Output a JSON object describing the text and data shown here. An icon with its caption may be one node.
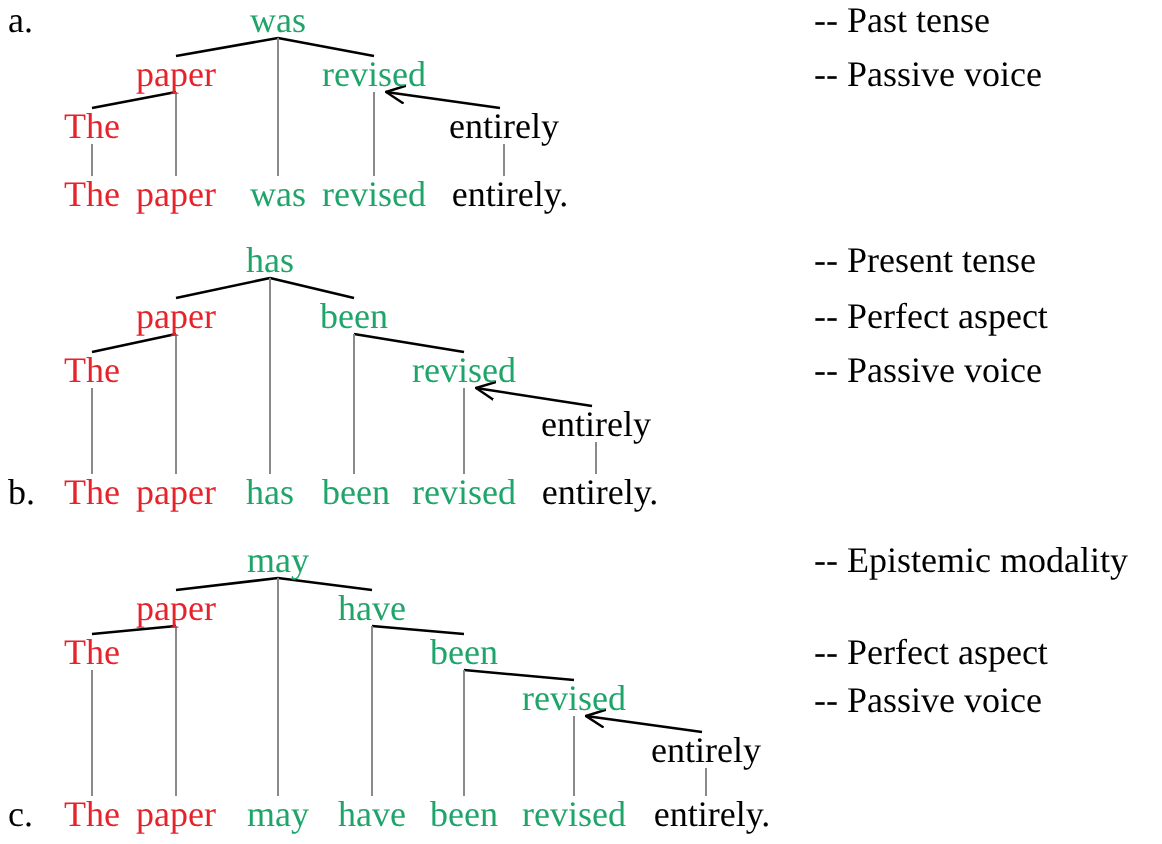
{
  "diagram": {
    "nodes": [
      {
        "text": [
          "was"
        ]
      },
      {
        "text": [
          "paper"
        ]
      },
      {
        "text": [
          "revised"
        ]
      },
      {
        "text": [
          "The"
        ]
      },
      {
        "text": [
          "entirely"
        ]
      },
      {
        "text": [
          "The"
        ]
      },
      {
        "text": [
          "paper"
        ]
      },
      {
        "text": [
          "was"
        ]
      },
      {
        "text": [
          "revised"
        ]
      },
      {
        "text": [
          "entirely."
        ]
      },
      {
        "text": [
          "has"
        ]
      },
      {
        "text": [
          "paper"
        ]
      },
      {
        "text": [
          "been"
        ]
      },
      {
        "text": [
          "The"
        ]
      },
      {
        "text": [
          "revised"
        ]
      },
      {
        "text": [
          "entirely"
        ]
      },
      {
        "text": [
          "The"
        ]
      },
      {
        "text": [
          "paper"
        ]
      },
      {
        "text": [
          "has"
        ]
      },
      {
        "text": [
          "been"
        ]
      },
      {
        "text": [
          "revised"
        ]
      },
      {
        "text": [
          "entirely."
        ]
      },
      {
        "text": [
          "may"
        ]
      },
      {
        "text": [
          "paper"
        ]
      },
      {
        "text": [
          "have"
        ]
      },
      {
        "text": [
          "The"
        ]
      },
      {
        "text": [
          "been"
        ]
      },
      {
        "text": [
          "revised"
        ]
      },
      {
        "text": [
          "entirely"
        ]
      },
      {
        "text": [
          "The"
        ]
      },
      {
        "text": [
          "paper"
        ]
      },
      {
        "text": [
          "may"
        ]
      },
      {
        "text": [
          "have"
        ]
      },
      {
        "text": [
          "been"
        ]
      },
      {
        "text": [
          "revised"
        ]
      },
      {
        "text": [
          "entirely."
        ]
      }
    ],
    "edges": [
      {
        "from": 0,
        "to": 1,
        "arrow": "none",
        "color": "#000000"
      },
      {
        "from": 0,
        "to": 2,
        "arrow": "none",
        "color": "#000000"
      },
      {
        "from": 1,
        "to": 3,
        "arrow": "none",
        "color": "#000000"
      },
      {
        "from": 4,
        "to": 2,
        "arrow": "to",
        "color": "#000000"
      },
      {
        "from": 3,
        "to": 5,
        "arrow": "none"
      },
      {
        "from": 1,
        "to": 6,
        "arrow": "none"
      },
      {
        "from": 0,
        "to": 7,
        "arrow": "none"
      },
      {
        "from": 2,
        "to": 8,
        "arrow": "none"
      },
      {
        "from": 4,
        "to": 9,
        "arrow": "none"
      },
      {
        "from": 10,
        "to": 11,
        "arrow": "none",
        "color": "#000000"
      },
      {
        "from": 10,
        "to": 12,
        "arrow": "none",
        "color": "#000000"
      },
      {
        "from": 11,
        "to": 13,
        "arrow": "none",
        "color": "#000000"
      },
      {
        "from": 12,
        "to": 14,
        "arrow": "none",
        "color": "#000000"
      },
      {
        "from": 15,
        "to": 14,
        "arrow": "to",
        "color": "#000000"
      },
      {
        "from": 13,
        "to": 16,
        "arrow": "none"
      },
      {
        "from": 11,
        "to": 17,
        "arrow": "none"
      },
      {
        "from": 10,
        "to": 18,
        "arrow": "none"
      },
      {
        "from": 12,
        "to": 19,
        "arrow": "none"
      },
      {
        "from": 14,
        "to": 20,
        "arrow": "none"
      },
      {
        "from": 15,
        "to": 21,
        "arrow": "none"
      },
      {
        "from": 22,
        "to": 23,
        "arrow": "none",
        "color": "#000000"
      },
      {
        "from": 22,
        "to": 24,
        "arrow": "none",
        "color": "#000000"
      },
      {
        "from": 23,
        "to": 25,
        "arrow": "none",
        "color": "#000000"
      },
      {
        "from": 24,
        "to": 26,
        "arrow": "none",
        "color": "#000000"
      },
      {
        "from": 26,
        "to": 27,
        "arrow": "none",
        "color": "#000000"
      },
      {
        "from": 28,
        "to": 27,
        "arrow": "to",
        "color": "#000000"
      },
      {
        "from": 25,
        "to": 29,
        "arrow": "none"
      },
      {
        "from": 23,
        "to": 30,
        "arrow": "none"
      },
      {
        "from": 22,
        "to": 31,
        "arrow": "none"
      },
      {
        "from": 24,
        "to": 32,
        "arrow": "none"
      },
      {
        "from": 26,
        "to": 33,
        "arrow": "none"
      },
      {
        "from": 27,
        "to": 34,
        "arrow": "none"
      },
      {
        "from": 28,
        "to": 35,
        "arrow": "none"
      }
    ],
    "labels": [
      "a.",
      "-- Past tense",
      "-- Passive voice",
      "-- Present tense",
      "-- Perfect aspect",
      "-- Passive voice",
      "b.",
      "-- Epistemic modality",
      "-- Perfect aspect",
      "-- Passive voice",
      "c."
    ]
  }
}
